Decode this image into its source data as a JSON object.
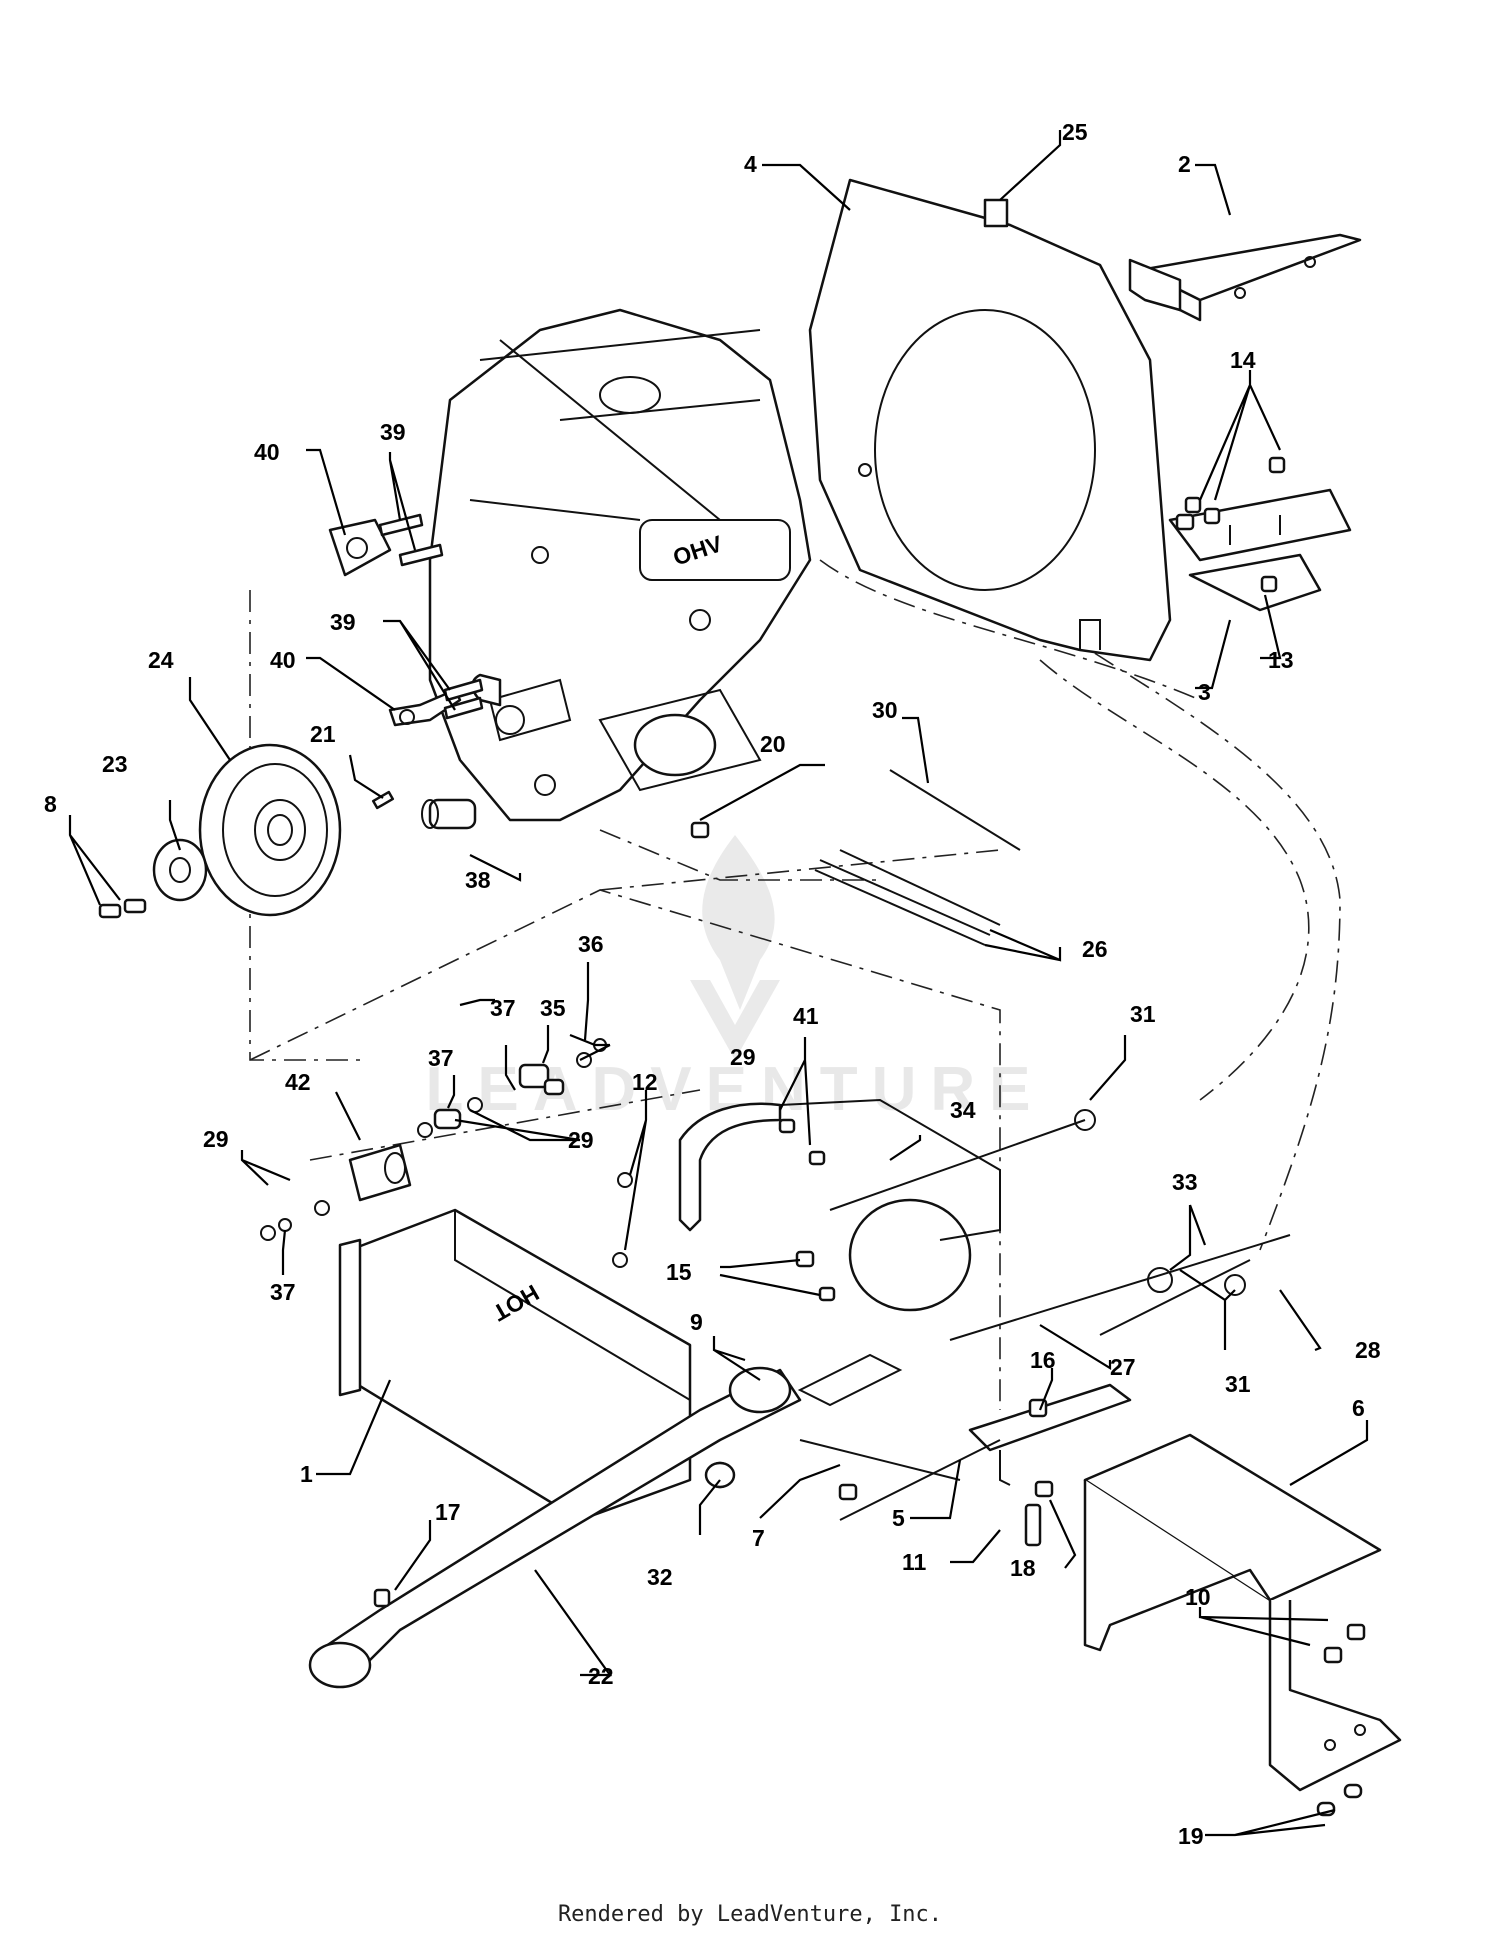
{
  "watermark": {
    "brand_text": "LEADVENTURE"
  },
  "footer": {
    "rendered_by": "Rendered by LeadVenture, Inc."
  },
  "engine": {
    "logo_text": "OHV"
  },
  "muffler_cover": {
    "stamp_text": "HOT"
  },
  "callouts": {
    "c1": "1",
    "c2": "2",
    "c3": "3",
    "c4": "4",
    "c5": "5",
    "c6": "6",
    "c7": "7",
    "c8": "8",
    "c9": "9",
    "c10": "10",
    "c11": "11",
    "c12": "12",
    "c13": "13",
    "c14": "14",
    "c15": "15",
    "c16": "16",
    "c17": "17",
    "c18": "18",
    "c19": "19",
    "c20": "20",
    "c21": "21",
    "c22": "22",
    "c23": "23",
    "c24": "24",
    "c25": "25",
    "c26": "26",
    "c27": "27",
    "c28": "28",
    "c29a": "29",
    "c29b": "29",
    "c29c": "29",
    "c30": "30",
    "c31a": "31",
    "c31b": "31",
    "c32": "32",
    "c33": "33",
    "c34": "34",
    "c35": "35",
    "c36": "36",
    "c37a": "37",
    "c37b": "37",
    "c37c": "37",
    "c38": "38",
    "c39a": "39",
    "c39b": "39",
    "c40a": "40",
    "c40b": "40",
    "c41": "41",
    "c42": "42"
  }
}
